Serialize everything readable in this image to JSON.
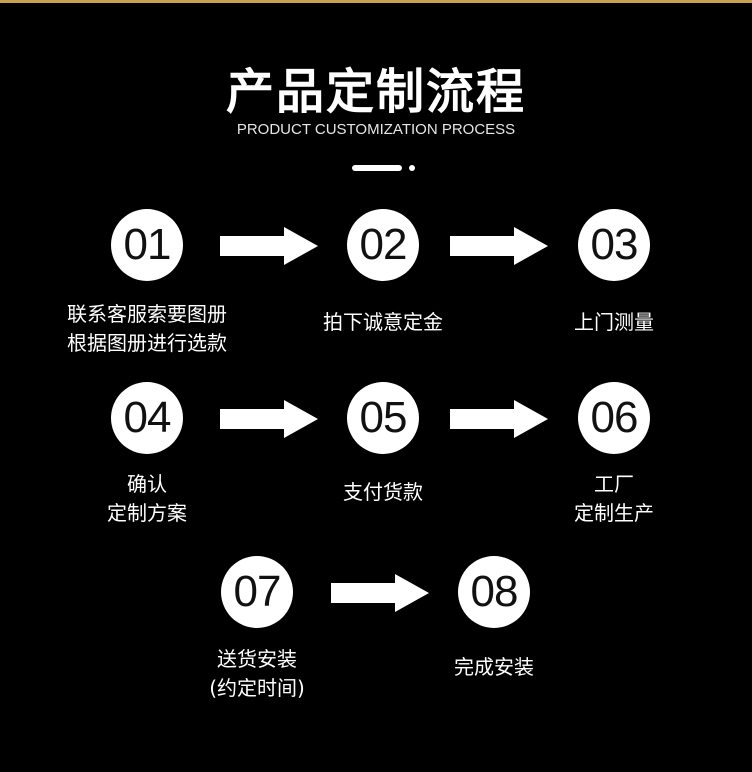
{
  "header": {
    "title": "产品定制流程",
    "subtitle": "PRODUCT CUSTOMIZATION PROCESS"
  },
  "steps": [
    {
      "num": "01",
      "lines": [
        "联系客服索要图册",
        "根据图册进行选款"
      ]
    },
    {
      "num": "02",
      "lines": [
        "拍下诚意定金",
        ""
      ]
    },
    {
      "num": "03",
      "lines": [
        "上门测量",
        ""
      ]
    },
    {
      "num": "04",
      "lines": [
        "确认",
        "定制方案"
      ]
    },
    {
      "num": "05",
      "lines": [
        "支付货款",
        ""
      ]
    },
    {
      "num": "06",
      "lines": [
        "工厂",
        "定制生产"
      ]
    },
    {
      "num": "07",
      "lines": [
        "送货安装",
        "(约定时间)"
      ]
    },
    {
      "num": "08",
      "lines": [
        "完成安装",
        ""
      ]
    }
  ],
  "colors": {
    "accent": "#c9a24f",
    "background": "#000000"
  }
}
